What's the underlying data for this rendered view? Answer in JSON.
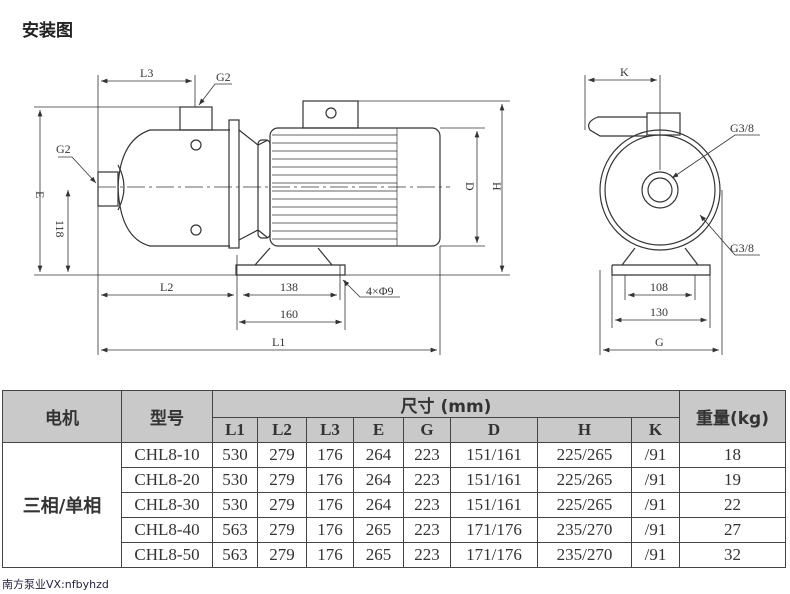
{
  "title": "安装图",
  "side_view": {
    "L3": "L3",
    "G2_top": "G2",
    "G2_left": "G2",
    "E": "E",
    "118": "118",
    "D": "D",
    "H": "H",
    "L2": "L2",
    "138": "138",
    "holes": "4×Φ9",
    "160": "160",
    "L1": "L1"
  },
  "front_view": {
    "K": "K",
    "G38_top": "G3/8",
    "G38_bottom": "G3/8",
    "108": "108",
    "130": "130",
    "G": "G"
  },
  "table": {
    "col_motor": "电机",
    "col_model": "型号",
    "col_dims": "尺寸 (mm)",
    "col_weight": "重量(kg)",
    "dim_headers": [
      "L1",
      "L2",
      "L3",
      "E",
      "G",
      "D",
      "H",
      "K"
    ],
    "motor_value": "三相/单相",
    "rows": [
      {
        "model": "CHL8-10",
        "vals": [
          "530",
          "279",
          "176",
          "264",
          "223",
          "151/161",
          "225/265",
          "/91"
        ],
        "weight": "18"
      },
      {
        "model": "CHL8-20",
        "vals": [
          "530",
          "279",
          "176",
          "264",
          "223",
          "151/161",
          "225/265",
          "/91"
        ],
        "weight": "19"
      },
      {
        "model": "CHL8-30",
        "vals": [
          "530",
          "279",
          "176",
          "264",
          "223",
          "151/161",
          "225/265",
          "/91"
        ],
        "weight": "22"
      },
      {
        "model": "CHL8-40",
        "vals": [
          "563",
          "279",
          "176",
          "265",
          "223",
          "171/176",
          "235/270",
          "/91"
        ],
        "weight": "27"
      },
      {
        "model": "CHL8-50",
        "vals": [
          "563",
          "279",
          "176",
          "265",
          "223",
          "171/176",
          "235/270",
          "/91"
        ],
        "weight": "32"
      }
    ]
  },
  "footer": "南方泵业VX:nfbyhzd"
}
